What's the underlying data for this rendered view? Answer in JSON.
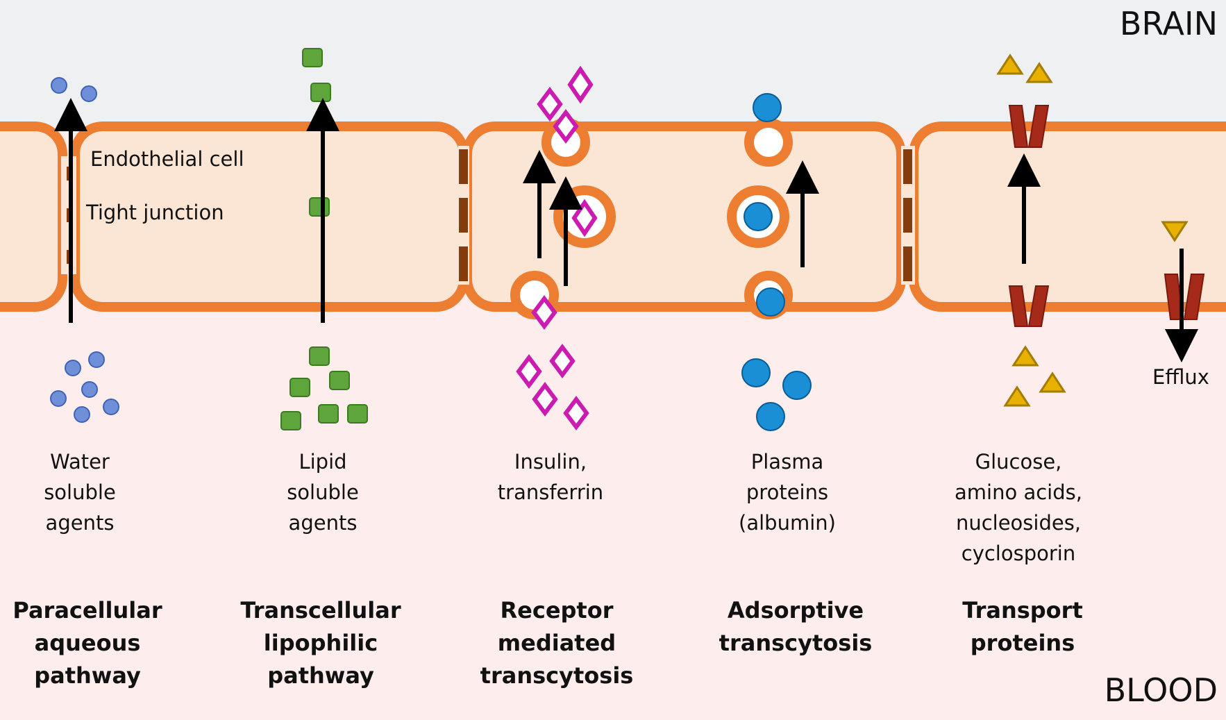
{
  "regions": {
    "brain": "BRAIN",
    "blood": "BLOOD"
  },
  "cell_labels": {
    "endothelial_cell": "Endothelial cell",
    "tight_junction": "Tight junction"
  },
  "efflux_label": "Efflux",
  "agents": [
    "Water\nsoluble\nagents",
    "Lipid\nsoluble\nagents",
    "Insulin,\ntransferrin",
    "Plasma\nproteins\n(albumin)",
    "Glucose,\namino acids,\nnucleosides,\ncyclosporin"
  ],
  "pathways": [
    "Paracellular\naqueous\npathway",
    "Transcellular\nlipophilic\npathway",
    "Receptor\nmediated\ntranscytosis",
    "Adsorptive\ntranscytosis",
    "Transport\nproteins"
  ],
  "colors": {
    "brain_bg": "#eef0f2",
    "blood_bg": "#fdeeed",
    "cell_fill": "#fbe6d6",
    "membrane": "#ed7d31",
    "junction": "#843c0c",
    "water": "#6f8fd8",
    "lipid": "#5ea53c",
    "insulin": "#cc1bb0",
    "albumin": "#1a8fd6",
    "glucose": "#e8b100",
    "transporter": "#a52a1a"
  }
}
